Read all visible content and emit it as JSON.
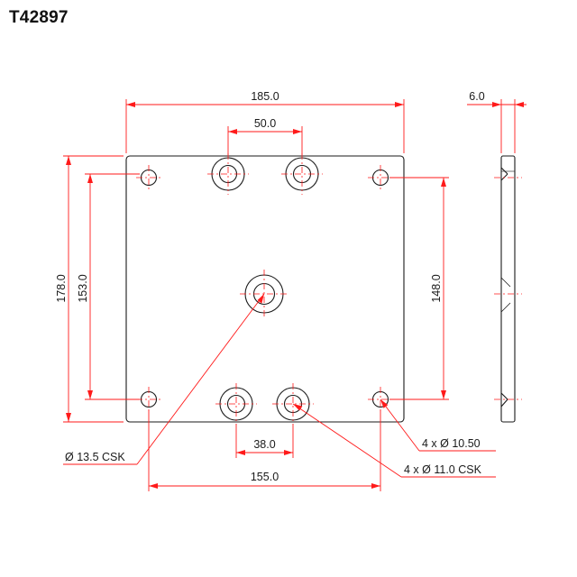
{
  "part_code": "T42897",
  "colors": {
    "outline": "#1a1a1a",
    "dimension": "#ff1a1a"
  },
  "dimensions": {
    "overall_width": "185.0",
    "top_hole_spacing": "50.0",
    "thickness": "6.0",
    "overall_height": "178.0",
    "outer_hole_vertical": "153.0",
    "right_hole_vertical": "148.0",
    "bottom_hole_spacing": "38.0",
    "bottom_outer_spacing": "155.0"
  },
  "callouts": {
    "center_hole": "Ø 13.5 CSK",
    "corner_holes": "4 x Ø 10.50",
    "csk_holes": "4 x Ø 11.0 CSK"
  }
}
